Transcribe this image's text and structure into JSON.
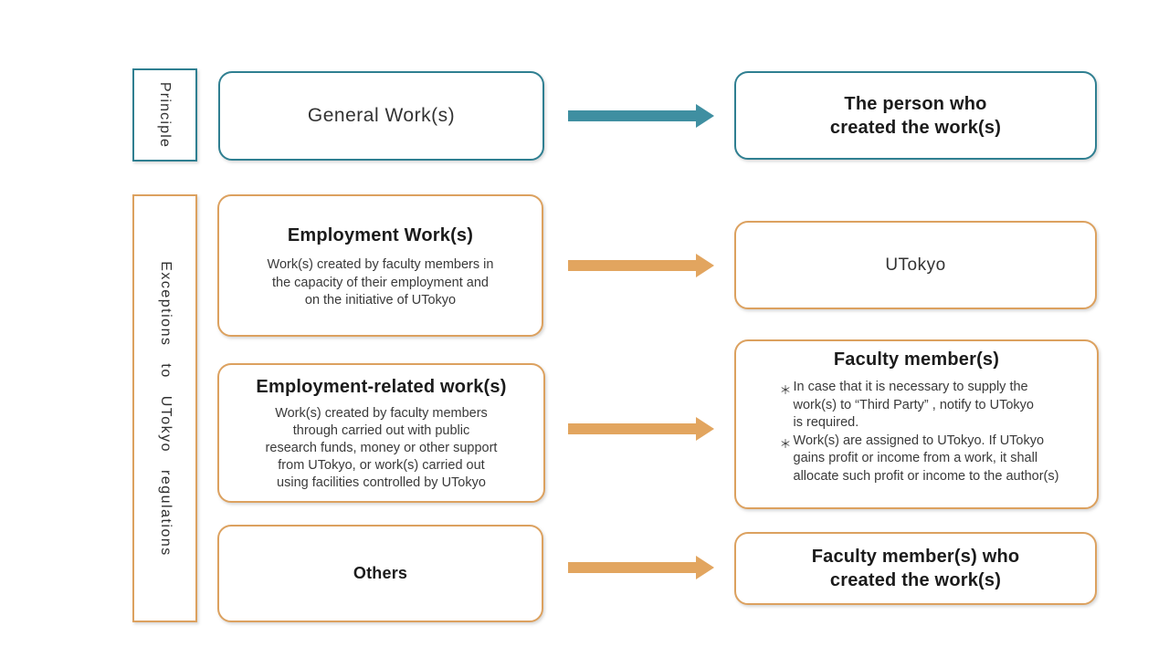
{
  "colors": {
    "teal_border": "#2f7f91",
    "teal_arrow": "#3f8fa1",
    "orange_border": "#dca15f",
    "orange_arrow": "#e2a55f"
  },
  "sections": {
    "principle": {
      "label": "Principle"
    },
    "exceptions": {
      "label": "Exceptions to UTokyo regulations"
    }
  },
  "rows": [
    {
      "left": {
        "title": "General Work(s)"
      },
      "right": {
        "title": "The person who\ncreated the work(s)"
      }
    },
    {
      "left": {
        "title": "Employment Work(s)",
        "body": "Work(s) created by faculty members in\nthe capacity of their employment and\non the initiative of UTokyo"
      },
      "right": {
        "title": "UTokyo"
      }
    },
    {
      "left": {
        "title": "Employment-related work(s)",
        "body": "Work(s) created by faculty members\nthrough carried out with public\nresearch funds, money or other support\nfrom UTokyo, or work(s) carried out\nusing facilities controlled by UTokyo"
      },
      "right": {
        "title": "Faculty member(s)",
        "notes": [
          {
            "marker": "＊",
            "text": "In case that it is necessary to supply the\nwork(s) to “Third Party” , notify to UTokyo\nis required."
          },
          {
            "marker": "＊",
            "text": "Work(s) are assigned to UTokyo. If UTokyo\ngains profit or income from a work, it shall\nallocate such profit or income to the author(s)"
          }
        ]
      }
    },
    {
      "left": {
        "title": "Others"
      },
      "right": {
        "title": "Faculty member(s) who\ncreated the work(s)"
      }
    }
  ]
}
